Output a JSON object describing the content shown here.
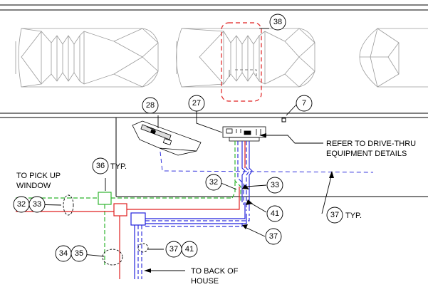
{
  "bubbles": {
    "b38": "38",
    "b28": "28",
    "b27": "27",
    "b7": "7",
    "b36": "36",
    "b32a": "32",
    "b33a": "33",
    "b32b": "32",
    "b33b": "33",
    "b41a": "41",
    "b37a": "37",
    "b37b": "37",
    "b34": "34",
    "b35": "35",
    "b37c": "37",
    "b41b": "41"
  },
  "labels": {
    "refer_line1": "REFER TO DRIVE-THRU",
    "refer_line2": "EQUIPMENT DETAILS",
    "typ_36": "TYP.",
    "typ_37": "TYP.",
    "pickup_line1": "TO PICK UP",
    "pickup_line2": "WINDOW",
    "back_line1": "TO BACK OF",
    "back_line2": "HOUSE"
  },
  "colors": {
    "green": "#2fb52f",
    "red": "#e02020",
    "blue": "#2222dd",
    "dashed_blue": "#3333dd",
    "car": "#9a9a9a",
    "line": "#000000"
  }
}
